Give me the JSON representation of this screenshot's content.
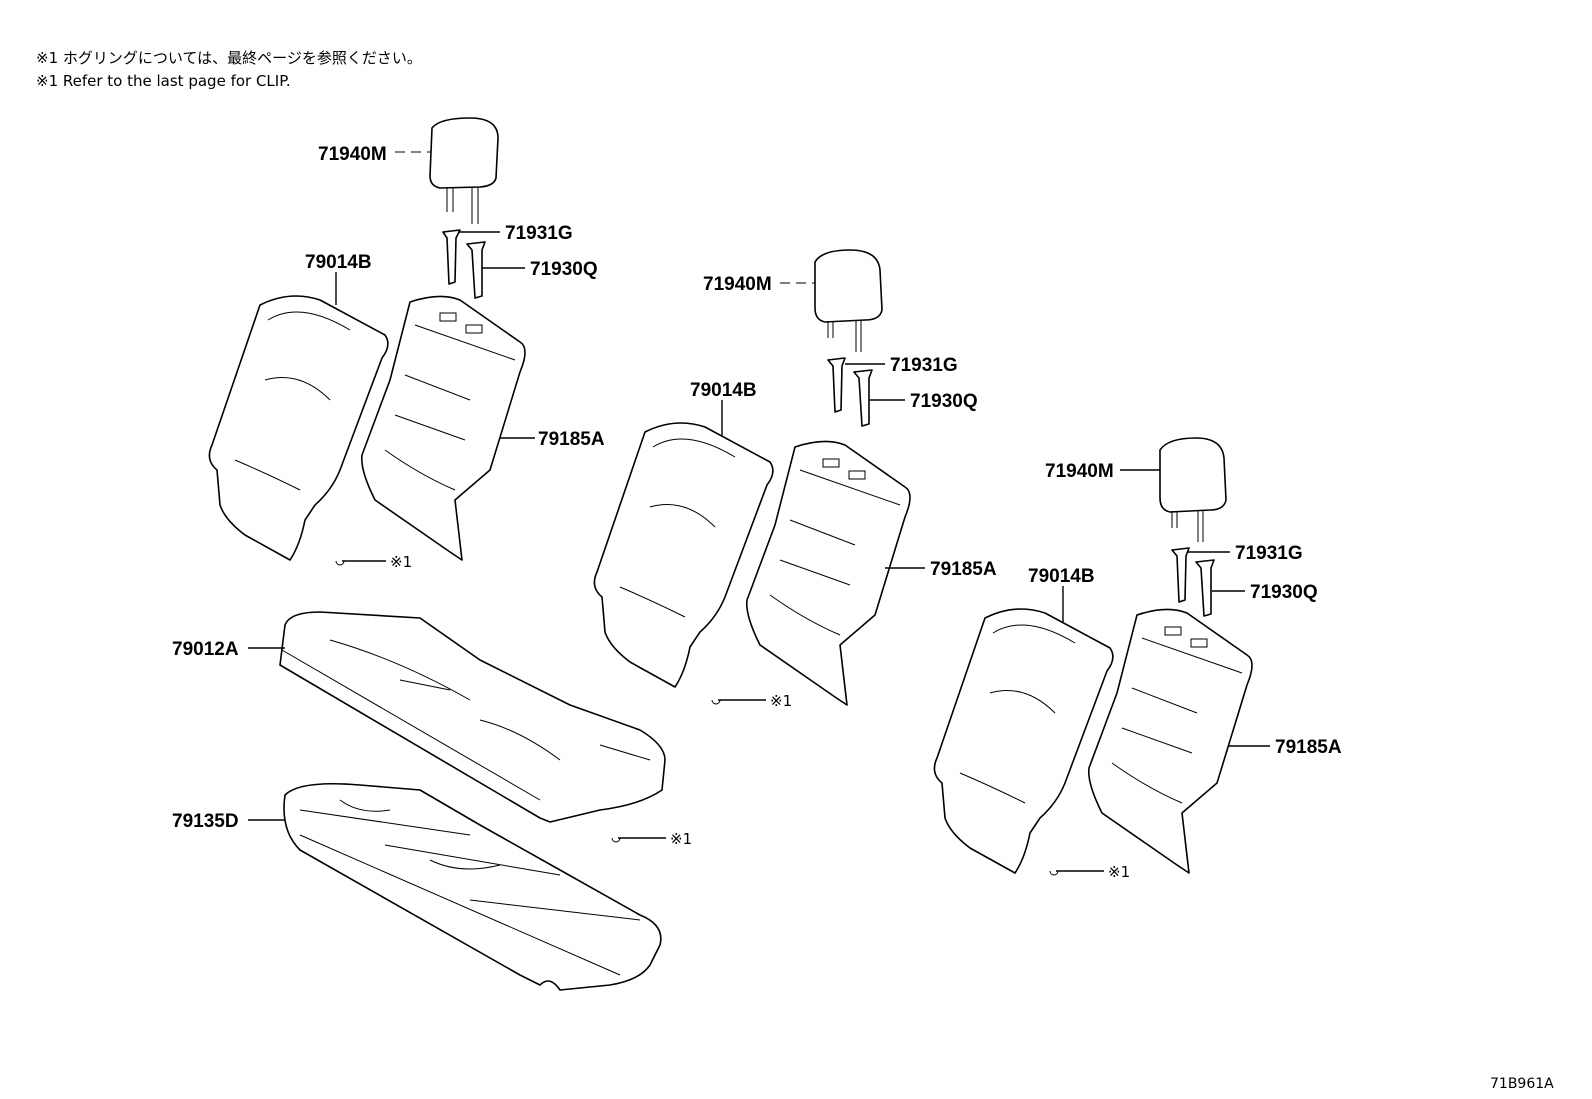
{
  "notes": {
    "japanese": "※1 ホグリングについては、最終ページを参照ください。",
    "english": "※1 Refer to the last page for CLIP."
  },
  "clip_marker": "※1",
  "footer_ref": "71B961A",
  "assemblies": [
    {
      "headrest": "71940M",
      "support_upper": "71931G",
      "support_lower": "71930Q",
      "cover": "79014B",
      "pad": "79185A"
    },
    {
      "headrest": "71940M",
      "support_upper": "71931G",
      "support_lower": "71930Q",
      "cover": "79014B",
      "pad": "79185A"
    },
    {
      "headrest": "71940M",
      "support_upper": "71931G",
      "support_lower": "71930Q",
      "cover": "79014B",
      "pad": "79185A"
    }
  ],
  "cushion": {
    "cover": "79012A",
    "pad": "79135D"
  }
}
